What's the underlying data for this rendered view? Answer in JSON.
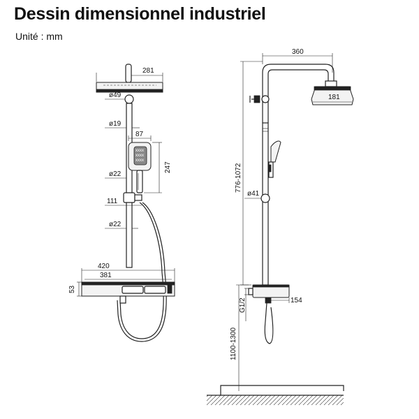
{
  "header": {
    "title": "Dessin dimensionnel industriel",
    "unit": "Unité : mm"
  },
  "front_view": {
    "head_width": "281",
    "connector_diameter": "ø49",
    "pipe_diameter": "ø19",
    "handset_width": "87",
    "handset_length": "247",
    "slider_diameter": "ø22",
    "holder_depth": "111",
    "lower_pipe_diameter": "ø22",
    "shelf_width": "420",
    "valve_width": "381",
    "valve_height": "53"
  },
  "side_view": {
    "arm_reach": "360",
    "head_diameter": "181",
    "height_range": "776-1072",
    "slider_diameter": "ø41",
    "inlet_thread": "G1/2",
    "valve_depth": "154",
    "install_height": "1100-1300"
  }
}
